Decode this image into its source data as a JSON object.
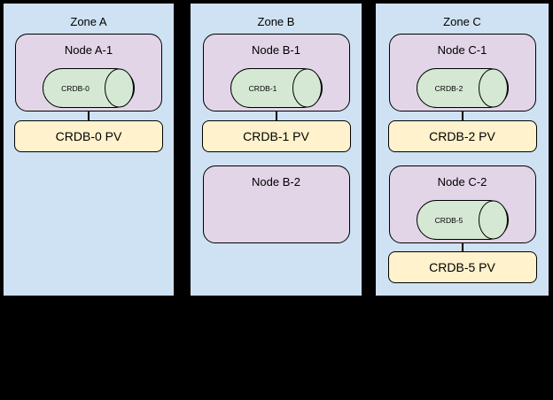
{
  "diagram": {
    "zones": [
      {
        "title": "Zone A",
        "nodes": [
          {
            "label": "Node A-1",
            "cylinder": "CRDB-0",
            "pv": "CRDB-0 PV"
          }
        ]
      },
      {
        "title": "Zone B",
        "nodes": [
          {
            "label": "Node B-1",
            "cylinder": "CRDB-1",
            "pv": "CRDB-1 PV"
          },
          {
            "label": "Node B-2"
          }
        ]
      },
      {
        "title": "Zone C",
        "nodes": [
          {
            "label": "Node C-1",
            "cylinder": "CRDB-2",
            "pv": "CRDB-2 PV"
          },
          {
            "label": "Node C-2",
            "cylinder": "CRDB-5",
            "pv": "CRDB-5 PV"
          }
        ]
      }
    ],
    "colors": {
      "background": "#000000",
      "zone_fill": "#cfe2f3",
      "zone_border": "#000000",
      "node_fill": "#e1d5e7",
      "cylinder_fill": "#d5e8d4",
      "pv_fill": "#fff2cc",
      "shape_border": "#000000",
      "text": "#000000"
    }
  }
}
